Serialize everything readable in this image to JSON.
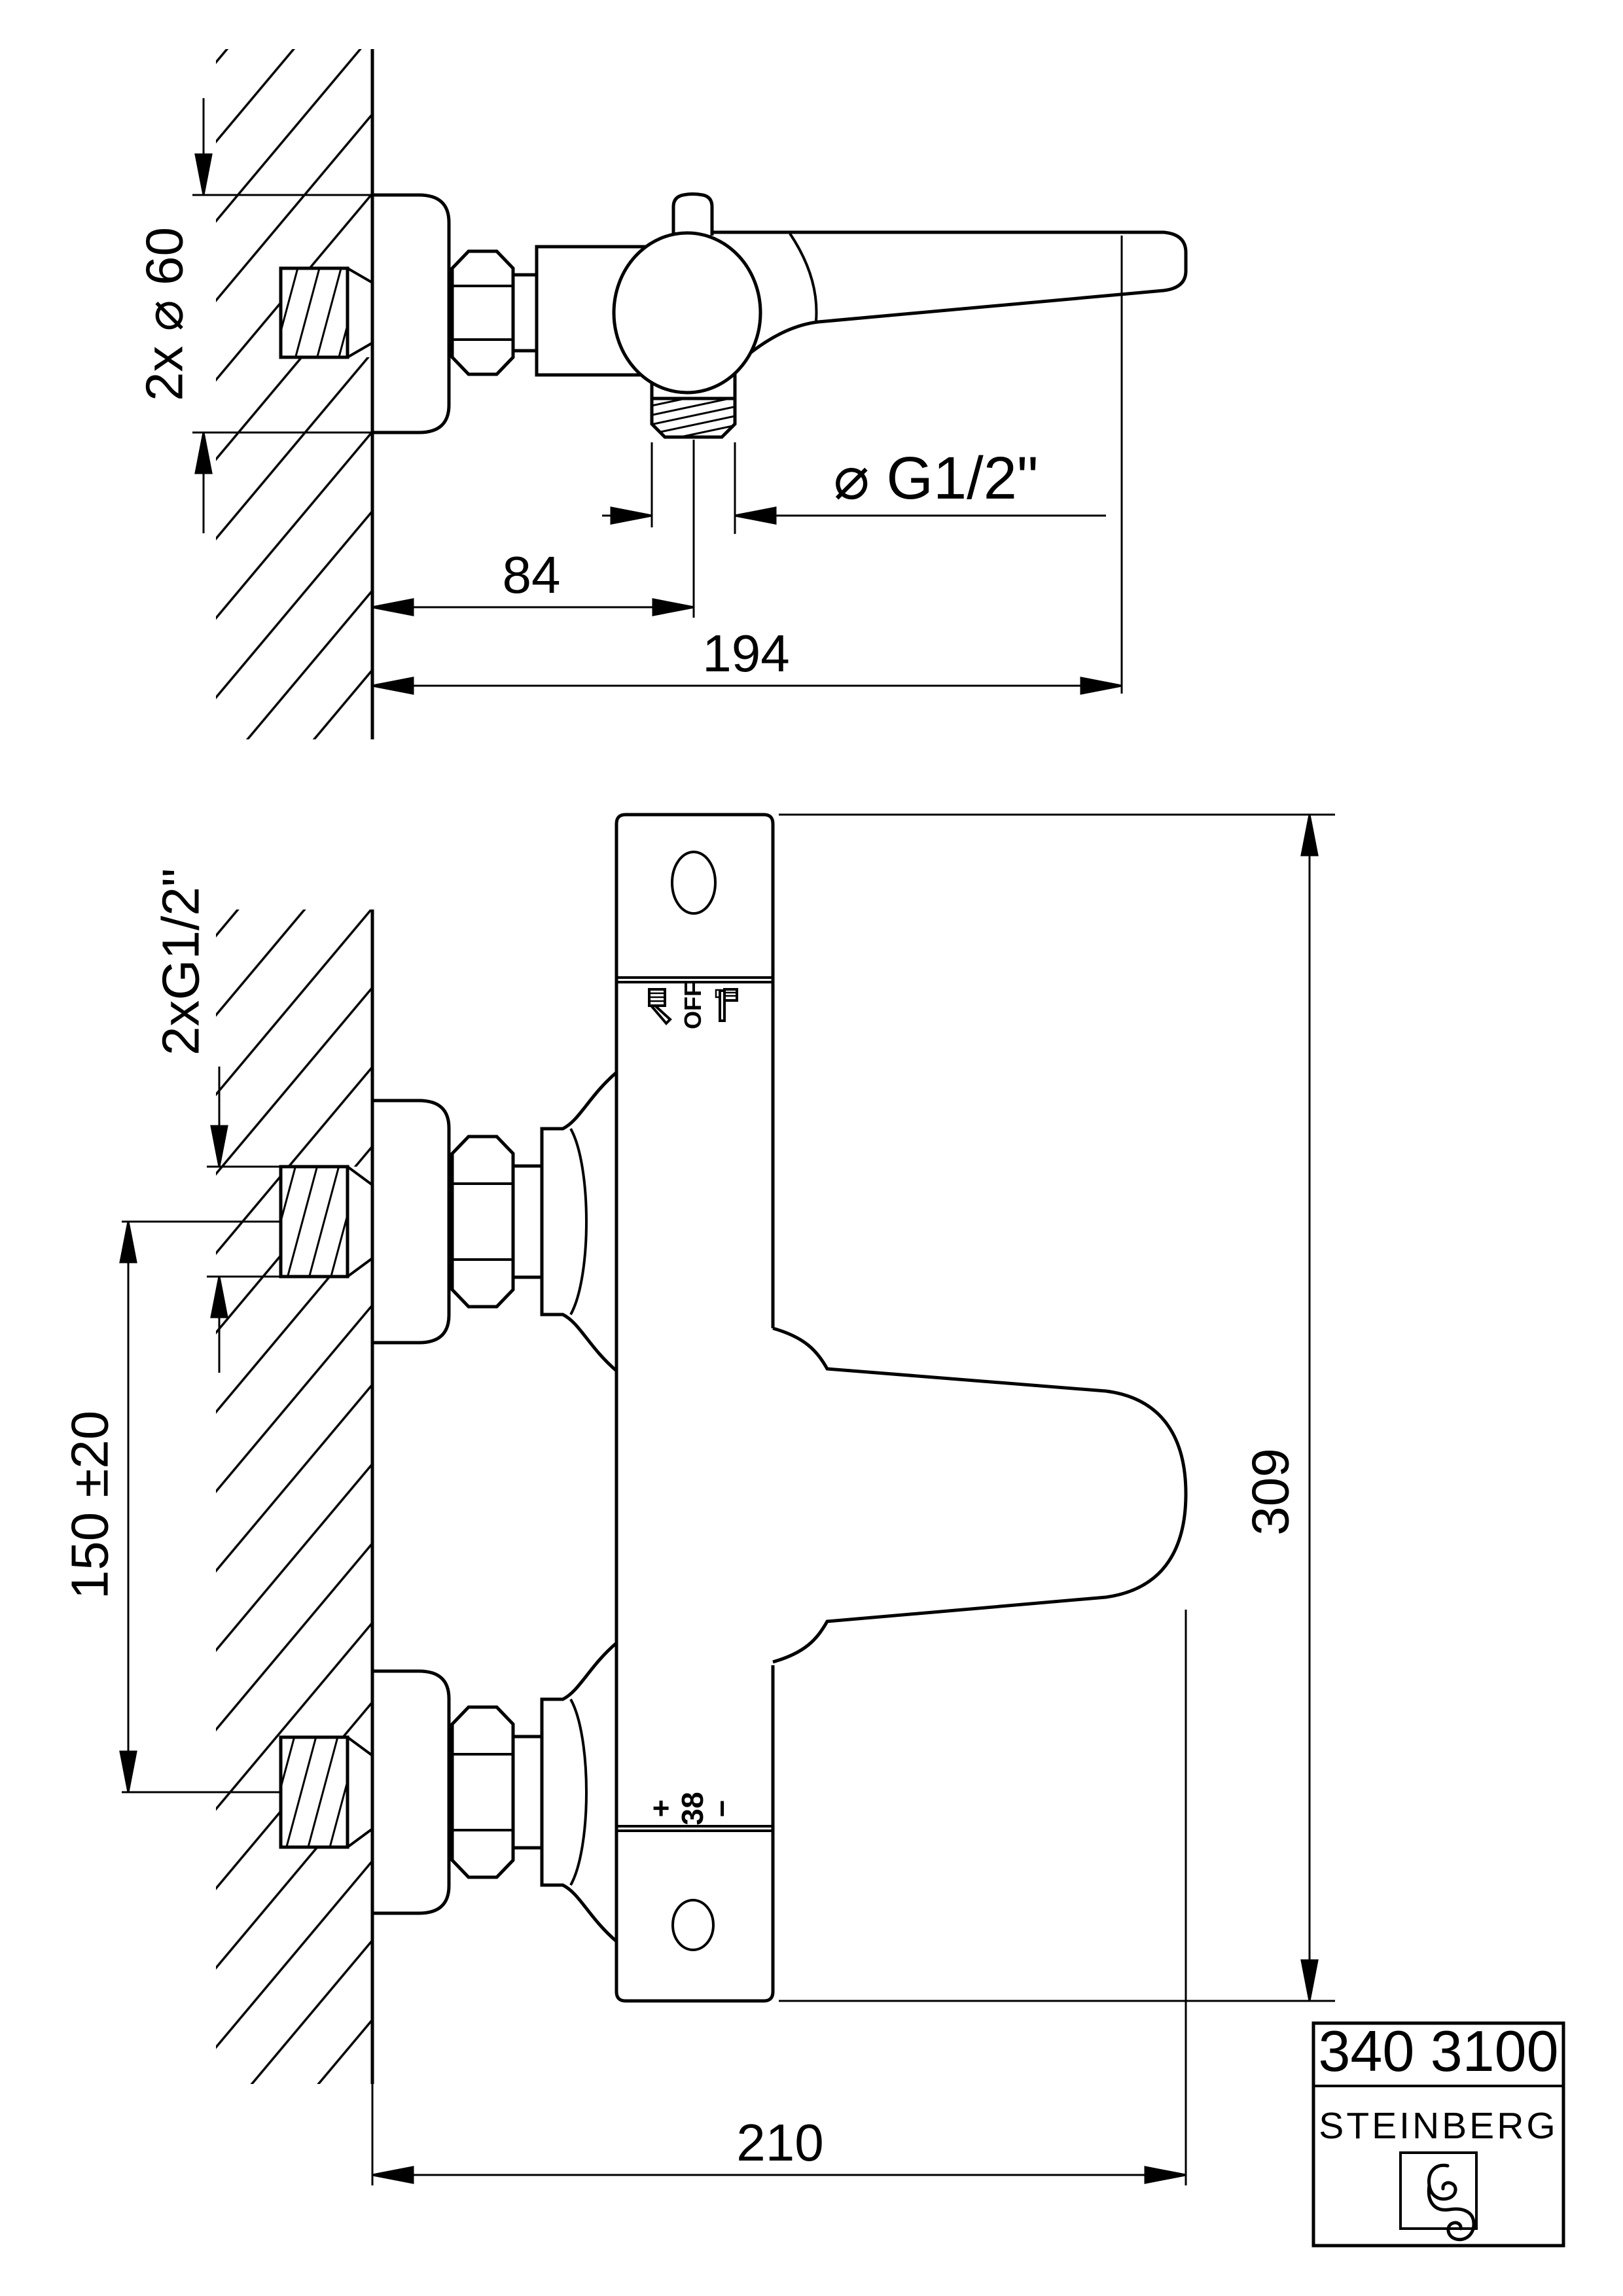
{
  "drawing": {
    "background_color": "#ffffff",
    "line_color": "#000000",
    "views": {
      "top": {
        "dim_wall_rosette_diameter": "2x ⌀ 60",
        "dim_outlet_thread": "⌀ G1/2\"",
        "dim_wall_to_outlet": "84",
        "dim_wall_to_spout_tip": "194"
      },
      "front": {
        "dim_inlet_threads": "2xG1/2\"",
        "dim_inlet_spacing": "150 ±20",
        "dim_overall_height": "309",
        "dim_overall_depth": "210",
        "diverter_labels": {
          "shower_icon": "hand-shower-icon",
          "off": "OFF",
          "spout_icon": "bath-spout-icon"
        },
        "temperature_labels": {
          "plus": "+",
          "value": "38",
          "minus": "−"
        }
      }
    },
    "title_block": {
      "article_number": "340 3100",
      "brand": "STEINBERG",
      "logo": "steinberg-monogram"
    }
  }
}
